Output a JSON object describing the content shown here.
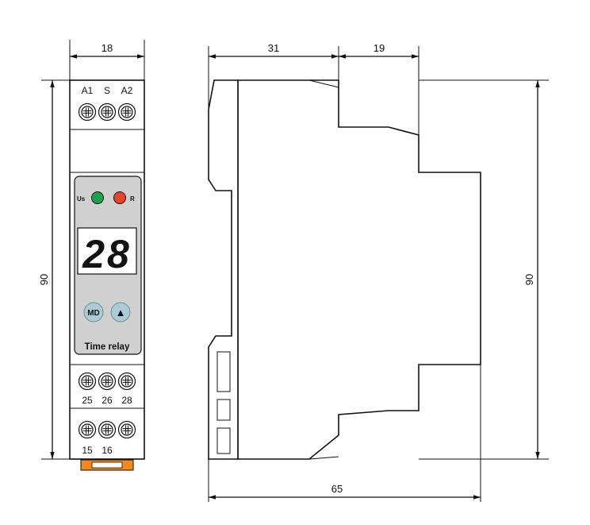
{
  "dimensions": {
    "front_width": "18",
    "front_height": "90",
    "side_depth_top": "31",
    "side_step": "19",
    "side_height": "90",
    "side_total_depth": "65"
  },
  "terminals_top": {
    "a1": "A1",
    "s": "S",
    "a2": "A2"
  },
  "leds": {
    "us": "Us",
    "r": "R",
    "us_color": "#1aa34a",
    "r_color": "#e8452a"
  },
  "display": {
    "value": "28"
  },
  "buttons": {
    "md": "MD",
    "up": "▲",
    "button_color": "#a9ccd6"
  },
  "product_label": "Time relay",
  "terminals_mid": {
    "t1": "25",
    "t2": "26",
    "t3": "28"
  },
  "terminals_bottom": {
    "t1": "15",
    "t2": "16"
  },
  "colors": {
    "panel": "#d0d0d0",
    "din_clip": "#f08a1c"
  }
}
